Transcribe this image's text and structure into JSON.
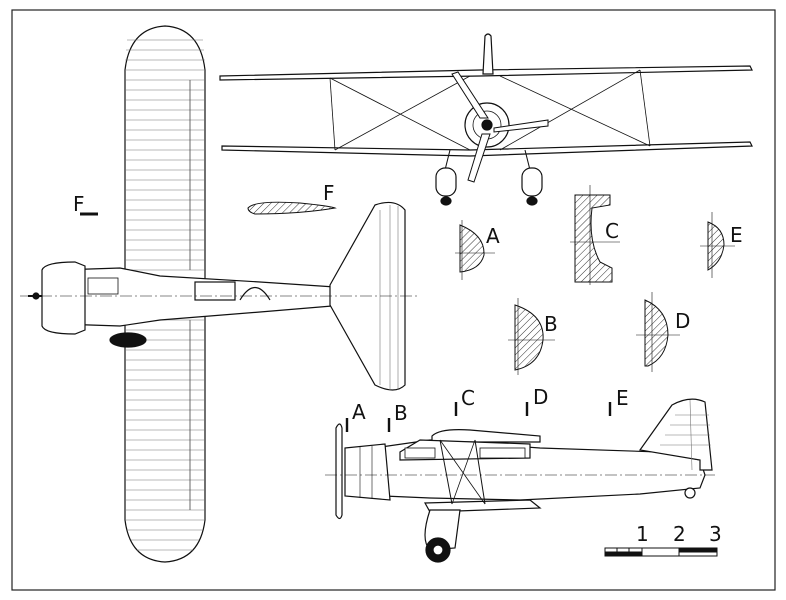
{
  "labels": {
    "section_a": "A",
    "section_b": "B",
    "section_c": "C",
    "section_d": "D",
    "section_e": "E",
    "section_f": "F",
    "cut_f": "F",
    "cut_a": "A",
    "cut_b": "B",
    "cut_c": "C",
    "cut_d": "D",
    "cut_e": "E"
  },
  "scale": {
    "ticks": [
      "1",
      "2",
      "3"
    ]
  },
  "colors": {
    "ink": "#111111",
    "paper": "#ffffff",
    "hatch": "#333333",
    "tire": "#111111"
  }
}
